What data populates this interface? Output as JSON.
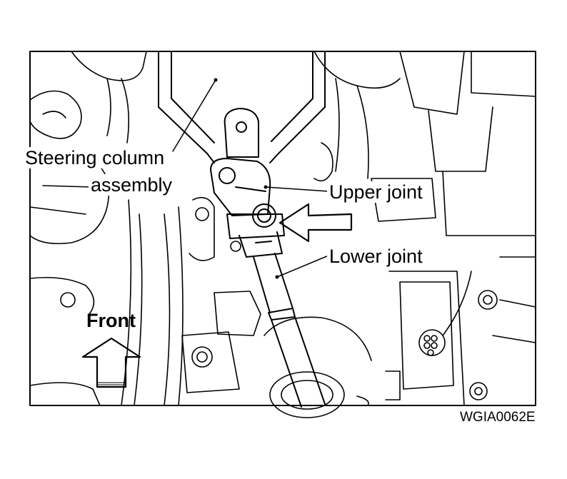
{
  "labels": {
    "steering_column_line1": "Steering column",
    "steering_column_line2": "assembly",
    "upper_joint": "Upper joint",
    "lower_joint": "Lower joint",
    "front": "Front",
    "figure_code": "WGIA0062E"
  }
}
